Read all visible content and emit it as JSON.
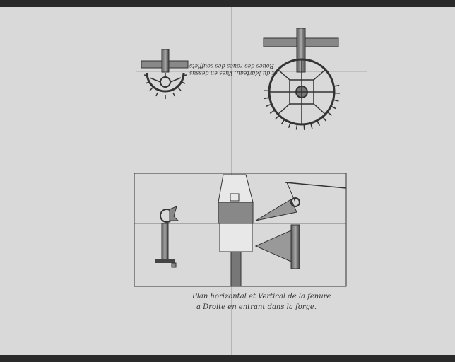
{
  "document": {
    "type": "technical drawing scan",
    "upper_label": {
      "line1": "Roues des roues des soufflets",
      "line2": "et du Marteau, Vues en dessus"
    },
    "caption": {
      "line1": "Plan horizontal et Vertical de la fenure",
      "line2": "a Droite en entrant dans la forge."
    }
  },
  "colors": {
    "paper": "#d9d9d9",
    "ink": "#333333",
    "border": "#2a2a2a"
  }
}
